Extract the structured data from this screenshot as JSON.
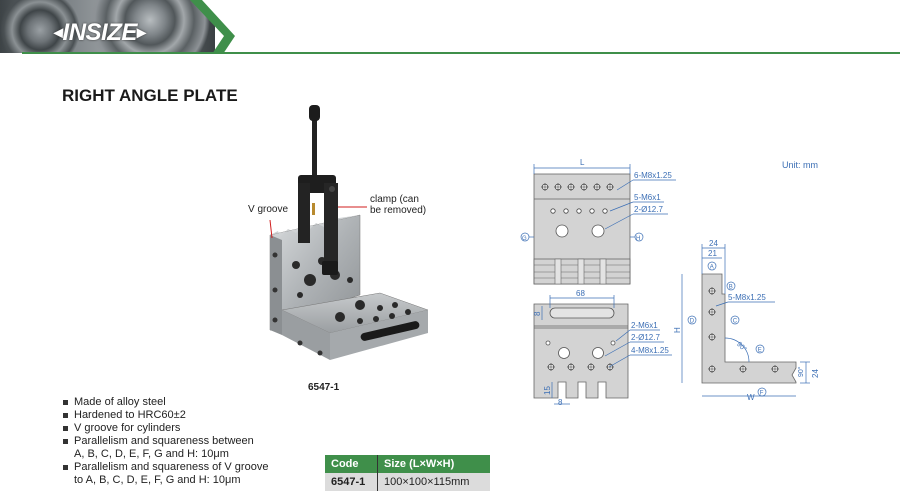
{
  "header": {
    "brand": "INSIZE",
    "brand_color": "#3f8f4a"
  },
  "page": {
    "title": "RIGHT ANGLE PLATE"
  },
  "photo": {
    "callout_v_groove": "V groove",
    "callout_clamp_line1": "clamp (can",
    "callout_clamp_line2": "be removed)",
    "model": "6547-1"
  },
  "features": [
    "Made of alloy steel",
    "Hardened to HRC60±2",
    "V groove for cylinders",
    "Parallelism and squareness between",
    "A, B, C, D, E, F, G and H: 10μm",
    "Parallelism and squareness of V groove",
    "to A, B, C, D, E, F, G and H: 10μm"
  ],
  "spec_table": {
    "headers": [
      "Code",
      "Size (L×W×H)"
    ],
    "rows": [
      [
        "6547-1",
        "100×100×115mm"
      ]
    ]
  },
  "drawing": {
    "unit": "Unit: mm",
    "top_view": {
      "length_label": "L",
      "hole1": "6-M8x1.25",
      "hole2": "5-M6x1",
      "hole3": "2-Ø12.7",
      "ref_left": "G",
      "ref_right": "H"
    },
    "front_view": {
      "slot_length": "68",
      "slot_width": "8",
      "hole1": "2-M6x1",
      "hole2": "2-Ø12.7",
      "hole3": "4-M8x1.25",
      "notch_depth": "15",
      "notch_width": "8"
    },
    "side_view": {
      "top_width_outer": "24",
      "top_width_inner": "21",
      "hole": "5-M8x1.25",
      "height_label": "H",
      "width_label": "W",
      "angle_inner": "90°",
      "angle_v": "90°",
      "base_thickness": "24",
      "refs": [
        "A",
        "B",
        "C",
        "D",
        "E",
        "F"
      ]
    }
  }
}
